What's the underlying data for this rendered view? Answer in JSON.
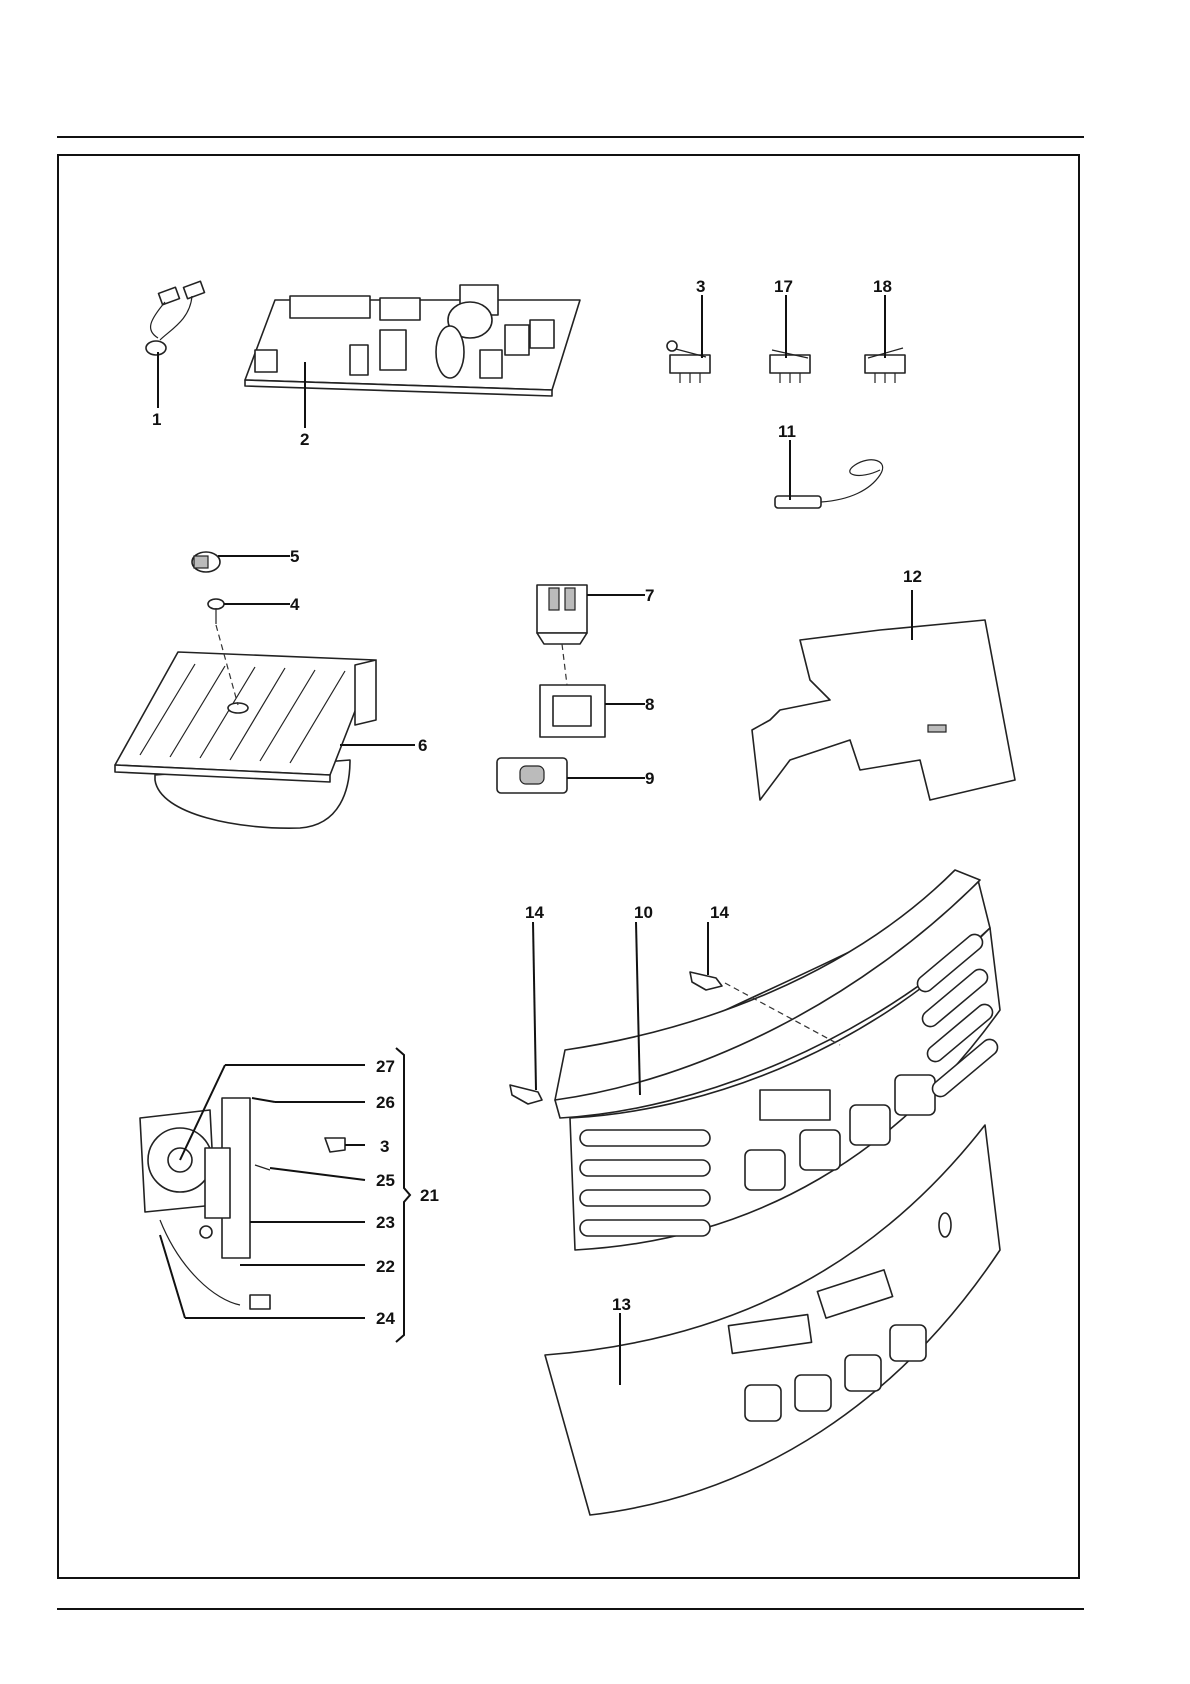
{
  "labels": {
    "l1": "1",
    "l2": "2",
    "l3": "3",
    "l17": "17",
    "l18": "18",
    "l11": "11",
    "l5": "5",
    "l4": "4",
    "l6": "6",
    "l7": "7",
    "l8": "8",
    "l9": "9",
    "l12": "12",
    "l14a": "14",
    "l10": "10",
    "l14b": "14",
    "l27": "27",
    "l26": "26",
    "l3b": "3",
    "l25": "25",
    "l21": "21",
    "l23": "23",
    "l22": "22",
    "l24": "24",
    "l13": "13"
  },
  "colors": {
    "ink": "#111111",
    "paper": "#ffffff",
    "shade": "#bbbbbb"
  }
}
